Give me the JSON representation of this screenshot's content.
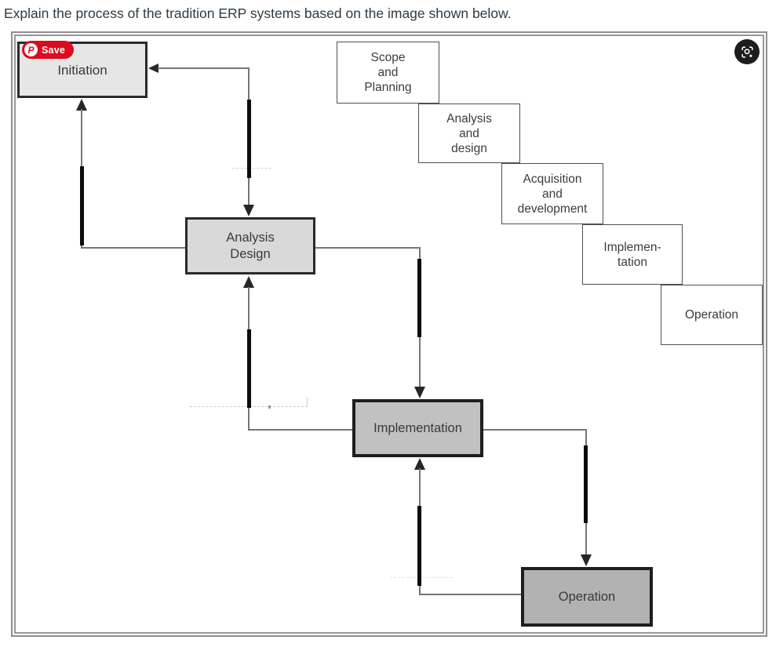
{
  "question": {
    "text": "Explain the process of the tradition ERP systems based on the image shown below."
  },
  "overlays": {
    "pinterest_save": {
      "label": "Save",
      "logo_letter": "P"
    }
  },
  "diagram": {
    "flow_boxes": [
      {
        "id": "initiation",
        "label": "Initiation"
      },
      {
        "id": "analysis-design",
        "label": "Analysis\nDesign"
      },
      {
        "id": "implementation",
        "label": "Implementation"
      },
      {
        "id": "operation",
        "label": "Operation"
      }
    ],
    "waterfall_boxes": [
      {
        "id": "scope-and-planning",
        "label": "Scope\nand\nPlanning"
      },
      {
        "id": "analysis-and-design",
        "label": "Analysis\nand\ndesign"
      },
      {
        "id": "acquisition-and-development",
        "label": "Acquisition\nand\ndevelopment"
      },
      {
        "id": "implementation",
        "label": "Implemen-\ntation"
      },
      {
        "id": "operation",
        "label": "Operation"
      }
    ],
    "colors": {
      "pinterest_red": "#dc0b1e",
      "lens_button": "#1d1d1d",
      "initiation_fill": "#e6e6e6",
      "analysis_design_fill": "#d9d9d9",
      "implementation_fill": "#c1c1c1",
      "operation_fill": "#b2b2b2",
      "waterfall_fill": "#ffffff",
      "flow_border": "#262626",
      "connector_line": "#757575",
      "emphasis_bar": "#0d0d0d",
      "frame_border": "#8f8f8f",
      "question_text_color": "#2d3b45"
    }
  }
}
